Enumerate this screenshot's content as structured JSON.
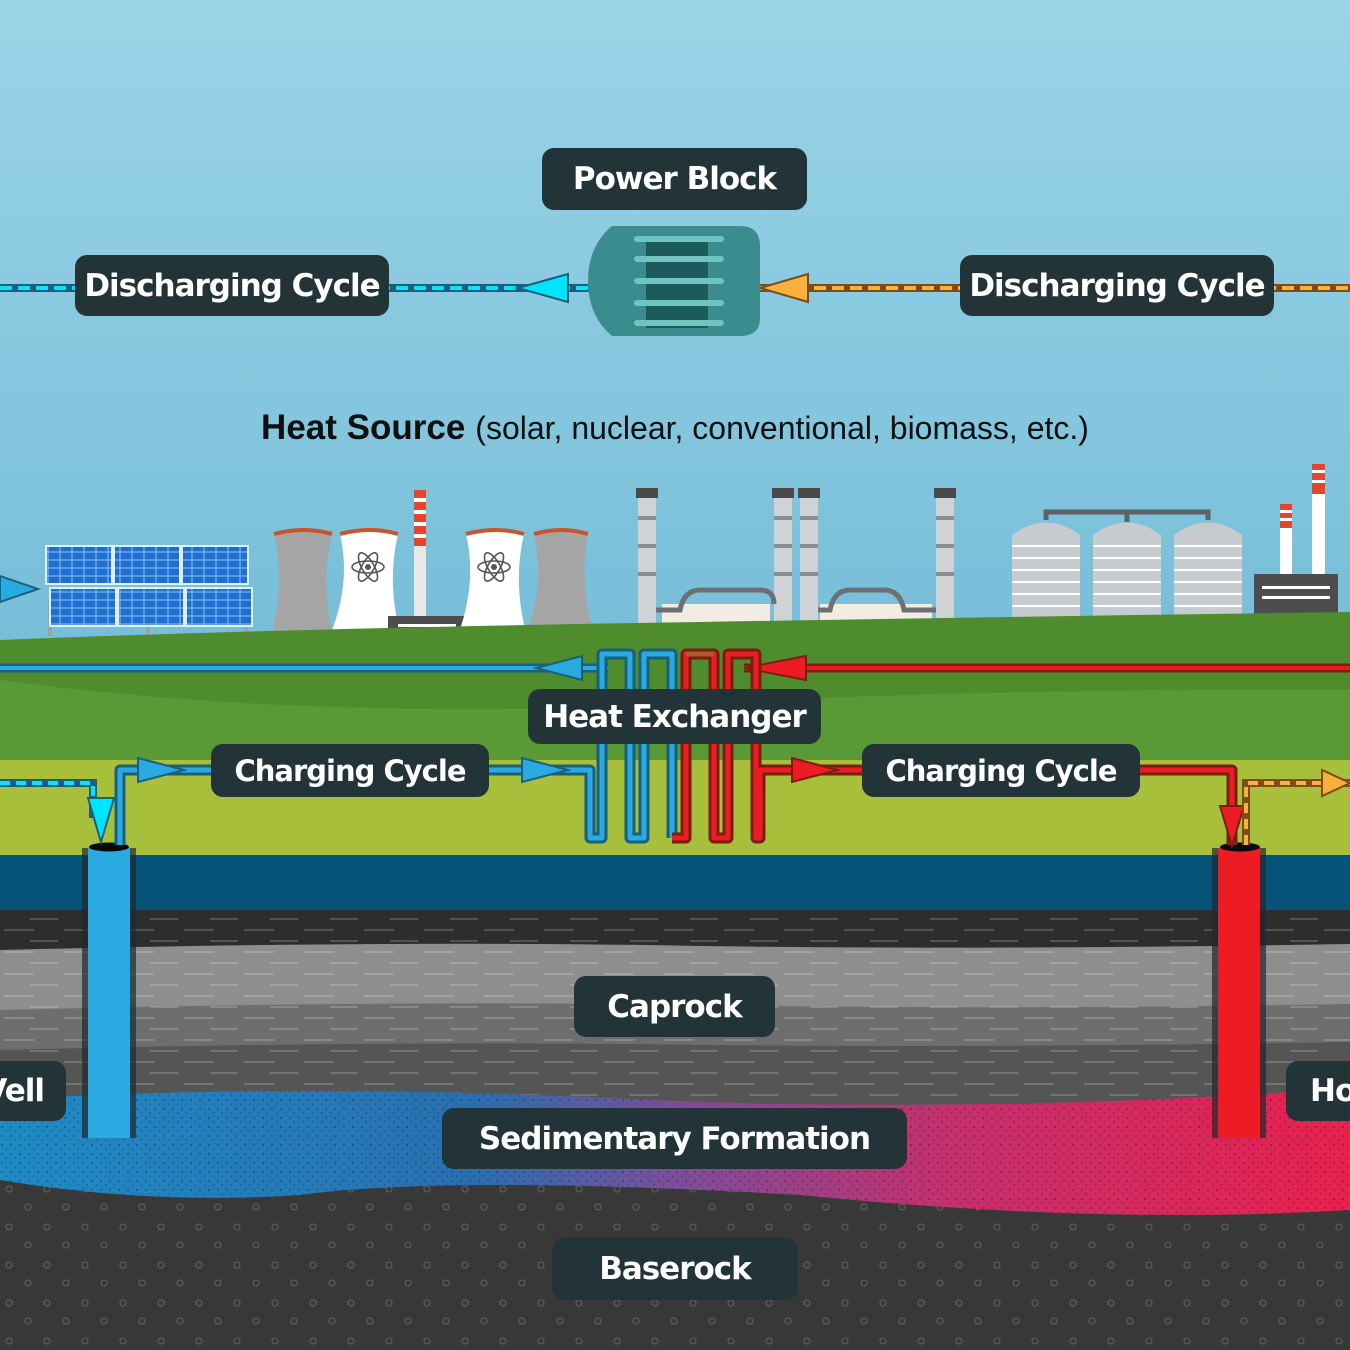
{
  "labels": {
    "power_block": "Power Block",
    "discharging_left": "Discharging Cycle",
    "discharging_right": "Discharging Cycle",
    "heat_source_title": "Heat Source",
    "heat_source_detail": "(solar, nuclear, conventional, biomass, etc.)",
    "heat_exchanger": "Heat Exchanger",
    "charging_left": "Charging Cycle",
    "charging_right": "Charging Cycle",
    "cold_well_cropped": "Vell",
    "hot_well_cropped": "Ho",
    "caprock": "Caprock",
    "sedimentary_formation": "Sedimentary Formation",
    "baserock": "Baserock"
  },
  "colors": {
    "sky_top": "#98d3e6",
    "sky_bottom": "#79c0da",
    "label_bg": "#233438",
    "power_block": "#3a8c8e",
    "cold_flow": "#29abe2",
    "cold_dashed": "#00e5ff",
    "hot_flow": "#ed1c24",
    "hot_dashed": "#fbb03b",
    "ground_green": "#5a9a36",
    "surface_lime": "#a8bf3c",
    "aquifer": "#06547a",
    "caprock_grey": "#8e8e8e",
    "baserock": "#383838"
  },
  "icons": [
    "power-block-turbine-icon",
    "solar-panel-icon",
    "cooling-tower-icon",
    "nuclear-atom-icon",
    "smokestack-icon",
    "storage-silo-icon",
    "factory-icon",
    "heat-exchanger-coil-icon"
  ]
}
